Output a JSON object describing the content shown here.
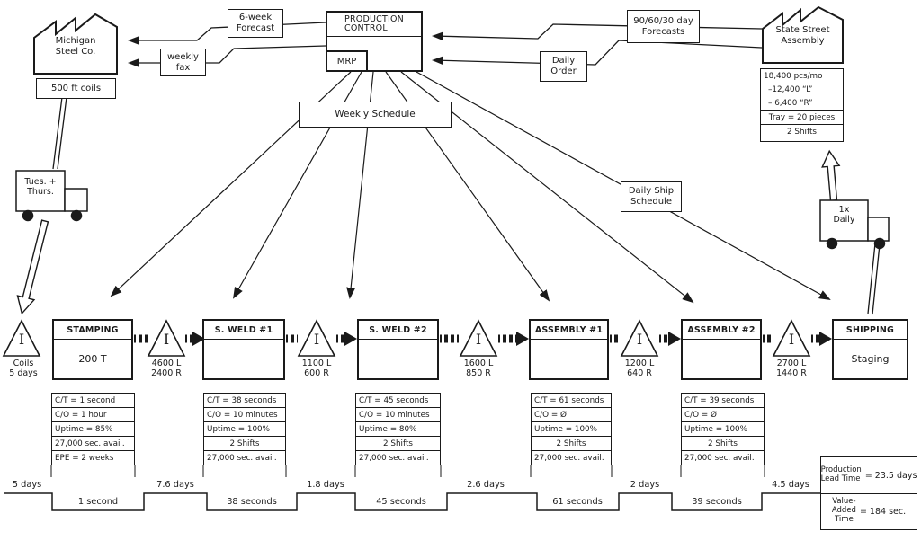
{
  "colors": {
    "ink": "#1a1a1a",
    "paper": "#ffffff"
  },
  "icons": {
    "inventory_symbol": "I"
  },
  "supplier": {
    "name": "Michigan\nSteel Co.",
    "coils": "500 ft coils"
  },
  "customer": {
    "name": "State Street\nAssembly",
    "demand_lines": [
      "18,400 pcs/mo",
      "–12,400 “L”",
      "– 6,400 “R”"
    ],
    "tray": "Tray = 20 pieces",
    "shifts": "2 Shifts"
  },
  "production_control": {
    "title": "PRODUCTION\nCONTROL",
    "system": "MRP"
  },
  "info_flows": {
    "six_week_forecast": "6-week\nForecast",
    "weekly_fax": "weekly\nfax",
    "forecasts_906030": "90/60/30 day\nForecasts",
    "daily_order": "Daily\nOrder",
    "weekly_schedule": "Weekly Schedule",
    "daily_ship_schedule": "Daily Ship\nSchedule"
  },
  "transport": {
    "inbound_schedule": "Tues. +\nThurs.",
    "outbound_schedule": "1x\nDaily"
  },
  "processes": [
    {
      "title": "STAMPING",
      "body": "200 T",
      "data": [
        "C/T = 1 second",
        "C/O = 1 hour",
        "Uptime = 85%",
        "27,000 sec. avail.",
        "EPE = 2 weeks"
      ]
    },
    {
      "title": "S. WELD #1",
      "body": "",
      "data": [
        "C/T = 38 seconds",
        "C/O = 10 minutes",
        "Uptime = 100%",
        "2 Shifts",
        "27,000 sec. avail."
      ]
    },
    {
      "title": "S. WELD #2",
      "body": "",
      "data": [
        "C/T = 45 seconds",
        "C/O = 10 minutes",
        "Uptime = 80%",
        "2 Shifts",
        "27,000 sec. avail."
      ]
    },
    {
      "title": "ASSEMBLY #1",
      "body": "",
      "data": [
        "C/T = 61 seconds",
        "C/O = Ø",
        "Uptime = 100%",
        "2 Shifts",
        "27,000 sec. avail."
      ]
    },
    {
      "title": "ASSEMBLY #2",
      "body": "",
      "data": [
        "C/T = 39 seconds",
        "C/O = Ø",
        "Uptime = 100%",
        "2 Shifts",
        "27,000 sec. avail."
      ]
    },
    {
      "title": "SHIPPING",
      "body": "Staging",
      "data": []
    }
  ],
  "inventories": [
    {
      "label": "Coils\n5 days"
    },
    {
      "label": "4600 L\n2400 R"
    },
    {
      "label": "1100 L\n600 R"
    },
    {
      "label": "1600 L\n850 R"
    },
    {
      "label": "1200 L\n640 R"
    },
    {
      "label": "2700 L\n1440 R"
    }
  ],
  "timeline": {
    "wait_times": [
      "5 days",
      "7.6 days",
      "1.8 days",
      "2.6 days",
      "2 days",
      "4.5 days"
    ],
    "process_times": [
      "1 second",
      "38 seconds",
      "45 seconds",
      "61 seconds",
      "39 seconds"
    ]
  },
  "summary": {
    "lead_time_label": "Production\nLead Time",
    "lead_time_value": "= 23.5 days",
    "value_added_label": "Value-\nAdded\nTime",
    "value_added_value": "= 184 sec."
  }
}
